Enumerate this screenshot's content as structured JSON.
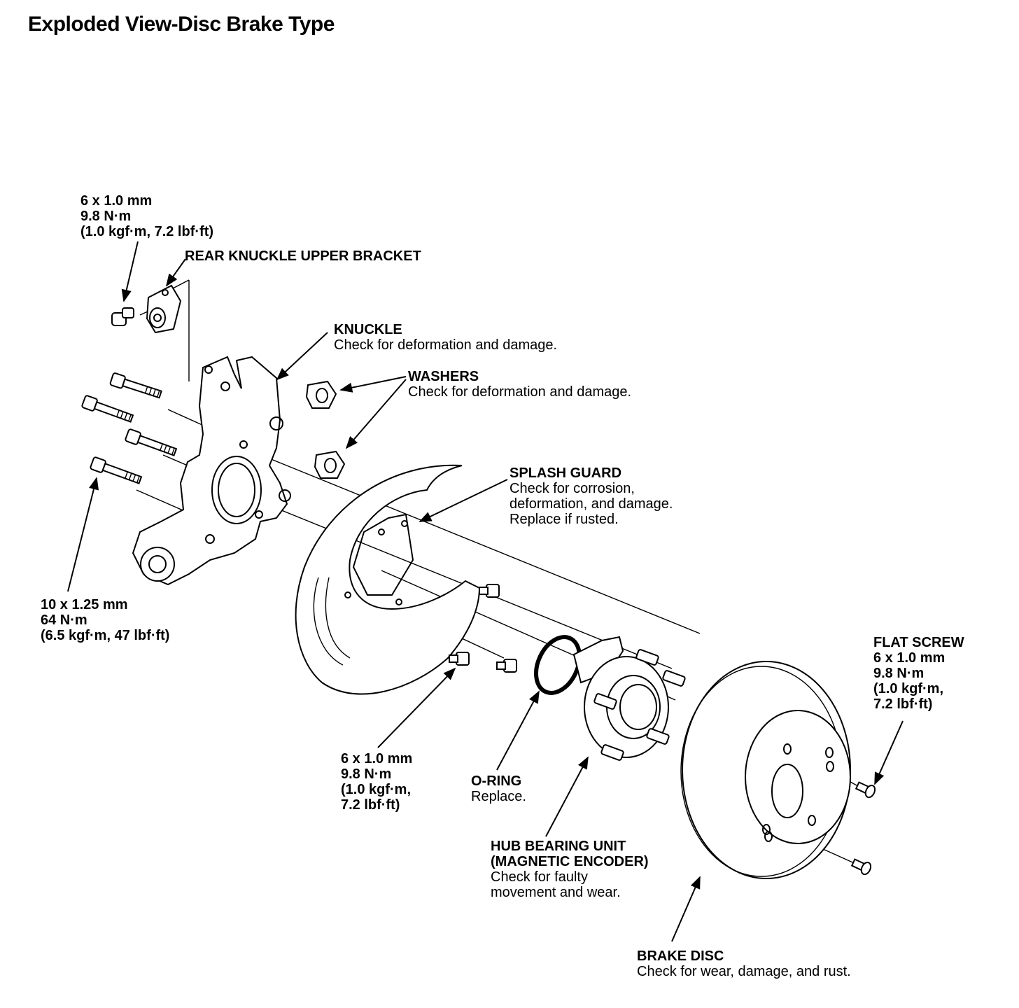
{
  "title": "Exploded View-Disc Brake Type",
  "callouts": {
    "top_bolt": {
      "lines": [
        "6 x 1.0 mm",
        "9.8 N·m",
        "(1.0 kgf·m, 7.2 lbf·ft)"
      ]
    },
    "rear_knuckle_upper_bracket": {
      "name": "REAR KNUCKLE UPPER BRACKET"
    },
    "knuckle": {
      "name": "KNUCKLE",
      "note": "Check for deformation and damage."
    },
    "washers": {
      "name": "WASHERS",
      "note": "Check for deformation and damage."
    },
    "splash_guard": {
      "name": "SPLASH GUARD",
      "notes": [
        "Check for corrosion,",
        "deformation, and damage.",
        "Replace if rusted."
      ]
    },
    "knuckle_bolts": {
      "lines": [
        "10 x 1.25 mm",
        "64 N·m",
        "(6.5 kgf·m, 47 lbf·ft)"
      ]
    },
    "flat_screw": {
      "name": "FLAT SCREW",
      "lines": [
        "6 x 1.0 mm",
        "9.8 N·m",
        "(1.0 kgf·m,",
        "7.2 lbf·ft)"
      ]
    },
    "guard_bolts": {
      "lines": [
        "6 x 1.0 mm",
        "9.8 N·m",
        "(1.0 kgf·m,",
        "7.2 lbf·ft)"
      ]
    },
    "o_ring": {
      "name": "O-RING",
      "note": "Replace."
    },
    "hub_bearing_unit": {
      "name": "HUB BEARING UNIT",
      "name2": "(MAGNETIC ENCODER)",
      "notes": [
        "Check for faulty",
        "movement and wear."
      ]
    },
    "brake_disc": {
      "name": "BRAKE DISC",
      "note": "Check for wear, damage, and rust."
    }
  }
}
